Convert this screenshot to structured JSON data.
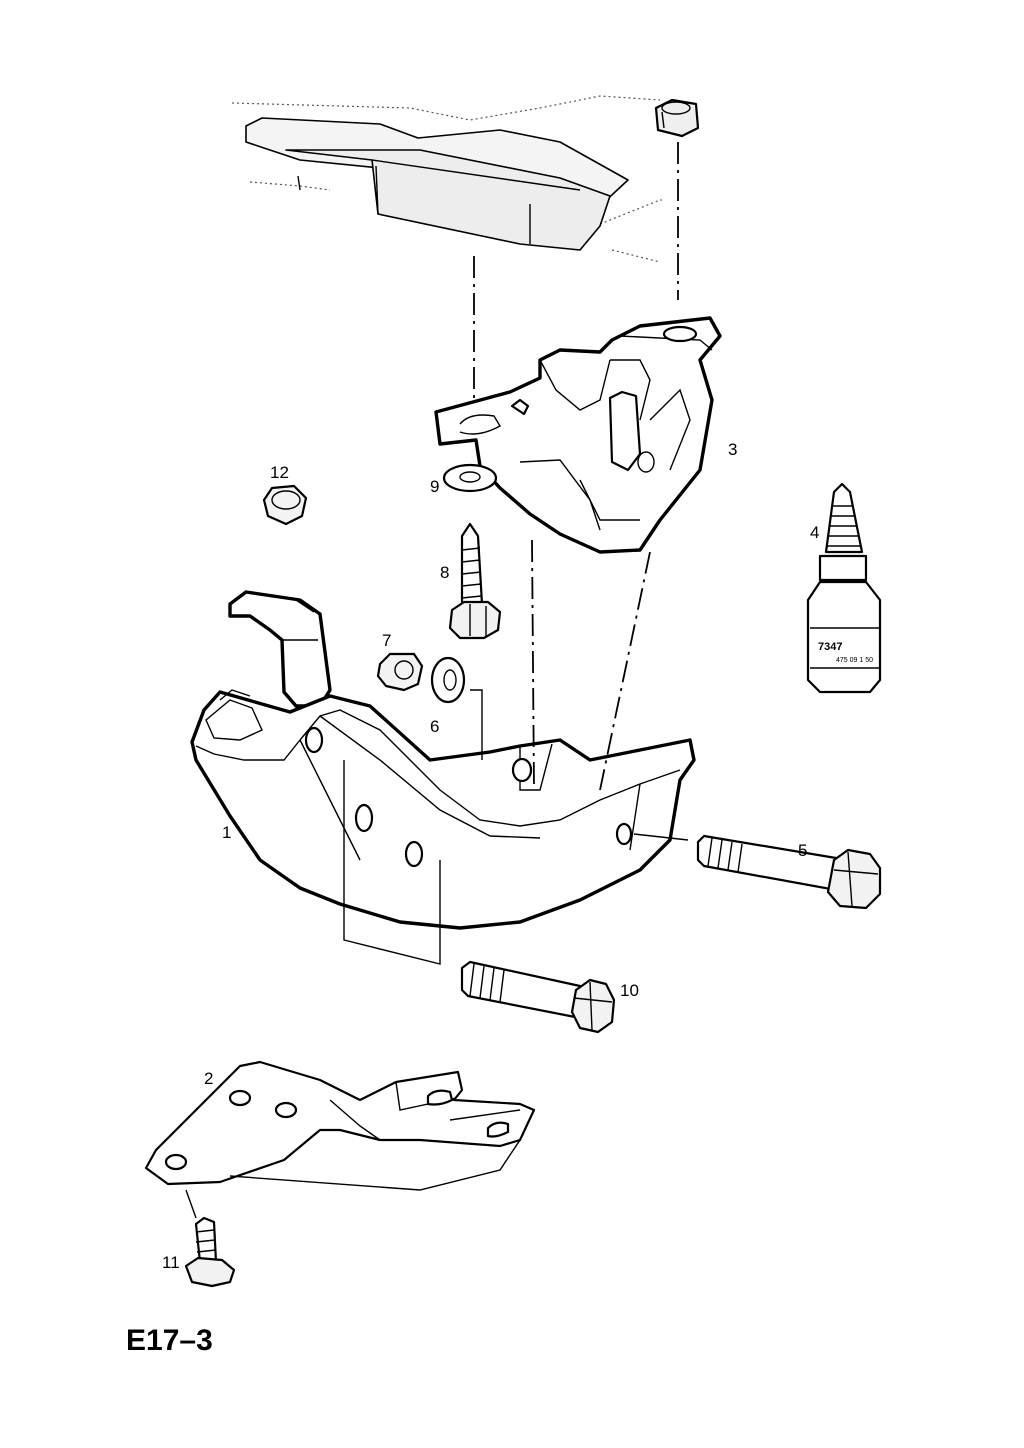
{
  "diagram": {
    "code": "E17–3",
    "bottle_label": "7347",
    "bottle_small_text": "475 09 1 50"
  },
  "callouts": [
    {
      "id": "part-1",
      "label": "1"
    },
    {
      "id": "part-2",
      "label": "2"
    },
    {
      "id": "part-3",
      "label": "3"
    },
    {
      "id": "part-4",
      "label": "4"
    },
    {
      "id": "part-5",
      "label": "5"
    },
    {
      "id": "part-6",
      "label": "6"
    },
    {
      "id": "part-7",
      "label": "7"
    },
    {
      "id": "part-8",
      "label": "8"
    },
    {
      "id": "part-9",
      "label": "9"
    },
    {
      "id": "part-10",
      "label": "10"
    },
    {
      "id": "part-11",
      "label": "11"
    },
    {
      "id": "part-12",
      "label": "12"
    }
  ]
}
